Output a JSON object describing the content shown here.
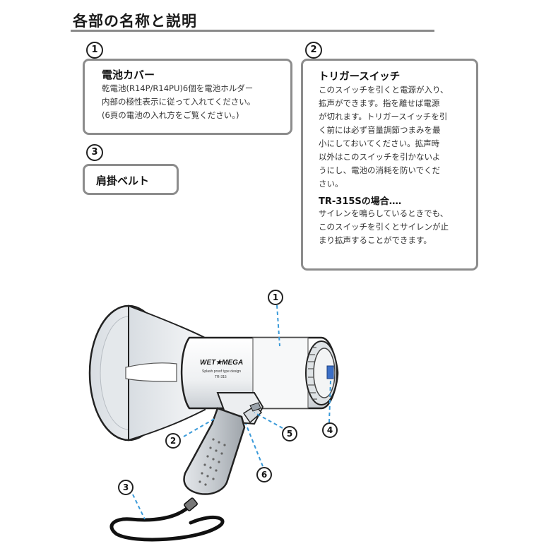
{
  "section_title": "各部の名称と説明",
  "callouts": {
    "n1": "1",
    "n2": "2",
    "n3": "3",
    "n4": "4",
    "n5": "5",
    "n6": "6"
  },
  "box1": {
    "title": "電池カバー",
    "text": "乾電池(R14P/R14PU)6個を電池ホルダー\n内部の極性表示に従って入れてください。\n(6頁の電池の入れ方をご覧ください。)"
  },
  "box2": {
    "title": "トリガースイッチ",
    "text": "このスイッチを引くと電源が入り、\n拡声ができます。指を離せば電源\nが切れます。トリガースイッチを引\nく前には必ず音量調節つまみを最\n小にしておいてください。拡声時\n以外はこのスイッチを引かないよ\nうにし、電池の消耗を防いでくだ\nさい。",
    "sub_title": "TR-315Sの場合‥‥",
    "sub_text": "サイレンを鳴らしているときでも、\nこのスイッチを引くとサイレンが止\nまり拡声することができます。"
  },
  "box3": {
    "title": "肩掛ベルト"
  },
  "product": {
    "brand": "WET★MEGA",
    "tagline": "Splash proof type design",
    "model": "TR-315"
  },
  "colors": {
    "callout_line": "#3a9ad9",
    "box_border": "#8c8c8c"
  }
}
